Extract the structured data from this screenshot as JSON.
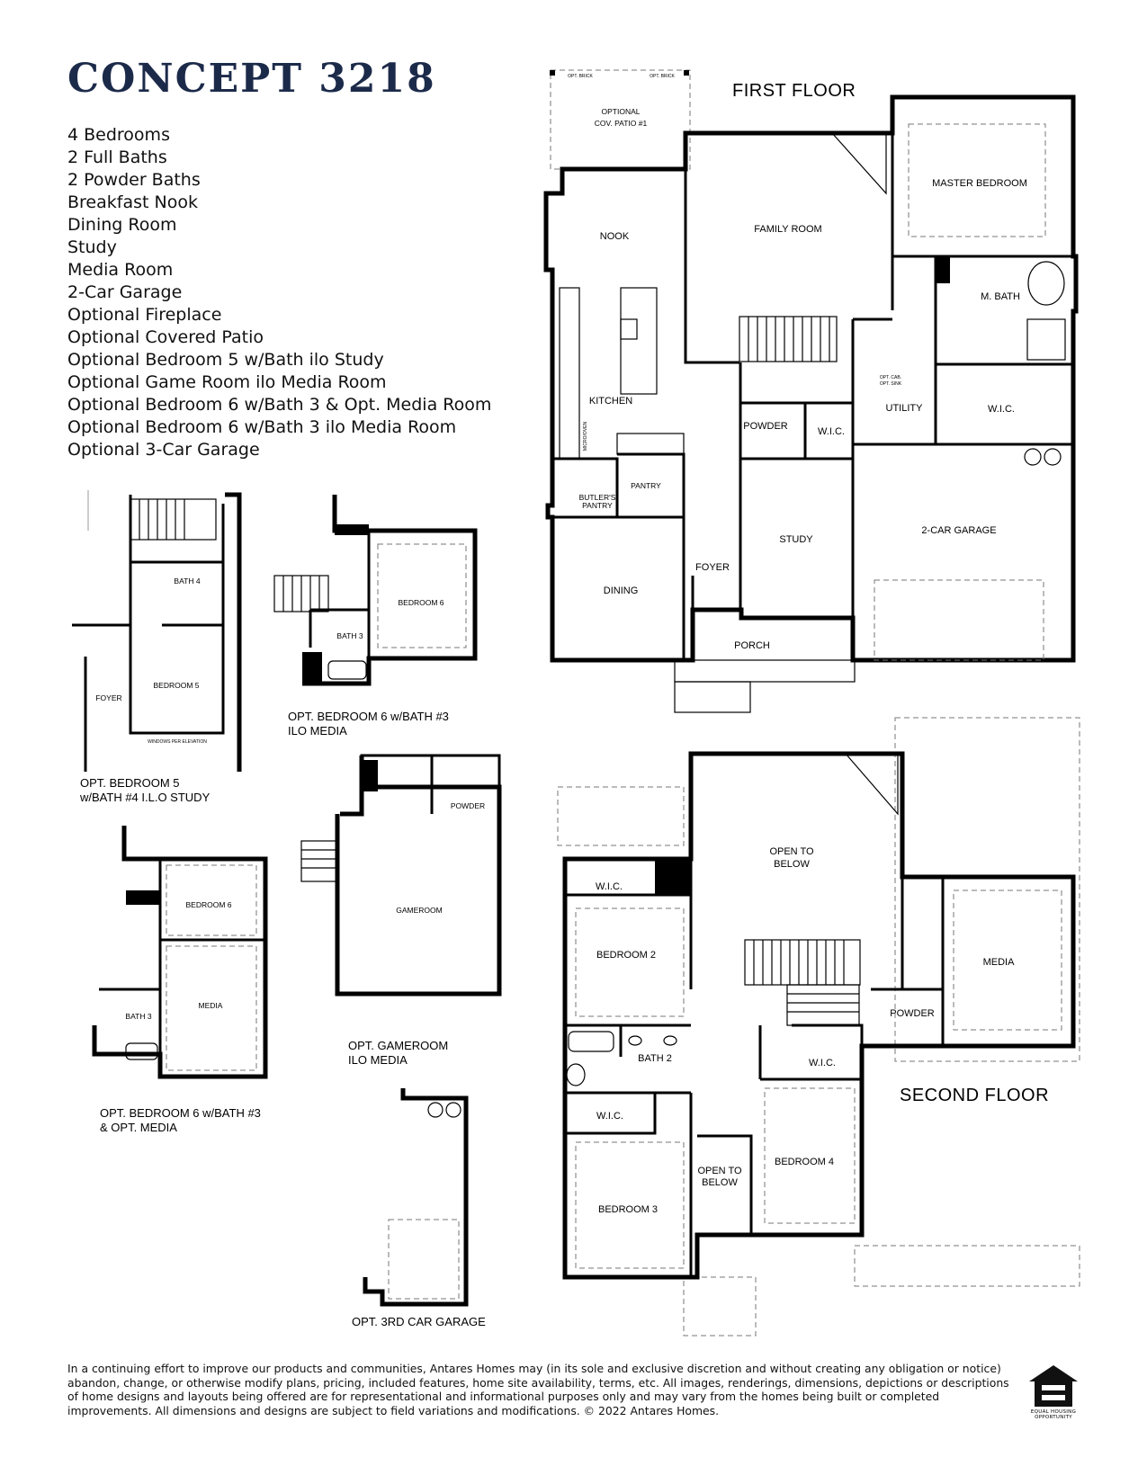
{
  "title": "CONCEPT 3218",
  "features": [
    "4 Bedrooms",
    "2 Full Baths",
    "2 Powder Baths",
    "Breakfast Nook",
    "Dining Room",
    "Study",
    "Media Room",
    "2-Car Garage",
    "Optional Fireplace",
    "Optional Covered Patio",
    "Optional Bedroom 5 w/Bath ilo Study",
    "Optional Game Room ilo Media Room",
    "Optional Bedroom 6 w/Bath 3 & Opt. Media Room",
    "Optional Bedroom 6 w/Bath 3 ilo Media Room",
    "Optional 3-Car Garage"
  ],
  "first_floor": {
    "heading": "FIRST FLOOR",
    "rooms": {
      "opt_brick": "OPT. BRICK",
      "patio": [
        "OPTIONAL",
        "COV. PATIO #1"
      ],
      "nook": "NOOK",
      "family_room": "FAMILY ROOM",
      "master_bedroom": "MASTER BEDROOM",
      "m_bath": "M. BATH",
      "kitchen": "KITCHEN",
      "microwave": "MICRO/OVEN",
      "powder": "POWDER",
      "wic": "W.I.C.",
      "opt_cab": "OPT. CAB.",
      "opt_sink": "OPT. SINK",
      "utility": "UTILITY",
      "wic_master": "W.I.C.",
      "pantry": "PANTRY",
      "butlers_pantry": [
        "BUTLER'S",
        "PANTRY"
      ],
      "study": "STUDY",
      "garage": "2-CAR GARAGE",
      "foyer": "FOYER",
      "dining": "DINING",
      "porch": "PORCH"
    }
  },
  "second_floor": {
    "heading": "SECOND FLOOR",
    "rooms": {
      "open_to_below_top": [
        "OPEN TO",
        "BELOW"
      ],
      "wic_bed2": "W.I.C.",
      "bedroom_2": "BEDROOM 2",
      "media": "MEDIA",
      "powder": "POWDER",
      "bath_2": "BATH 2",
      "wic_bed4": "W.I.C.",
      "wic_bed3": "W.I.C.",
      "open_to_below_mid": [
        "OPEN TO",
        "BELOW"
      ],
      "bedroom_4": "BEDROOM 4",
      "bedroom_3": "BEDROOM 3"
    }
  },
  "options": {
    "bedroom5": {
      "caption": [
        "OPT.  BEDROOM 5",
        "w/BATH #4 I.L.O STUDY"
      ],
      "bath": "BATH 4",
      "bedroom": "BEDROOM 5",
      "foyer": "FOYER",
      "windows_note": "WINDOWS PER ELEVATION"
    },
    "bedroom6_ilo_media": {
      "caption": [
        "OPT.  BEDROOM 6 w/BATH #3",
        "ILO MEDIA"
      ],
      "bedroom": "BEDROOM 6",
      "bath": "BATH 3"
    },
    "gameroom": {
      "caption": [
        "OPT.  GAMEROOM",
        "ILO MEDIA"
      ],
      "powder": "POWDER",
      "gameroom": "GAMEROOM"
    },
    "bedroom6_media": {
      "caption": [
        "OPT.  BEDROOM 6 w/BATH #3",
        "& OPT. MEDIA"
      ],
      "bedroom": "BEDROOM 6",
      "media": "MEDIA",
      "bath": "BATH 3"
    },
    "third_car": {
      "caption": "OPT. 3RD CAR GARAGE"
    }
  },
  "disclaimer": "In a continuing effort to improve our products and communities, Antares Homes may (in its sole and exclusive discretion and without creating any obligation or notice) abandon, change, or otherwise modify plans, pricing, included features, home site availability, terms, etc. All images, renderings, dimensions, depictions or descriptions of home designs and layouts being offered are for representational and informational purposes only and may vary from the homes being built or completed improvements. All dimensions and designs are subject to field variations and modifications. © 2022 Antares Homes.",
  "logo": {
    "name": "equal-housing-opportunity-logo",
    "text": [
      "EQUAL HOUSING",
      "OPPORTUNITY"
    ]
  },
  "colors": {
    "title": "#1c2a4a",
    "walls": "#000000",
    "text": "#111111",
    "background": "#ffffff"
  }
}
